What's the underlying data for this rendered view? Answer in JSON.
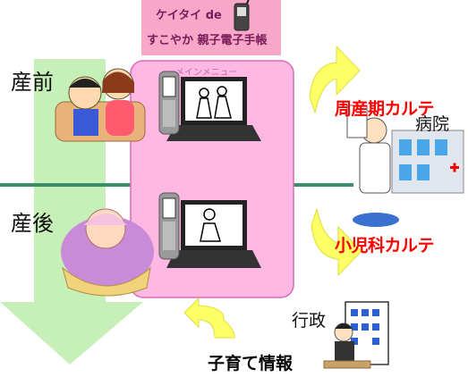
{
  "banner": {
    "line1": "ケイタイ de",
    "line2": "すこやか 親子電子手帳"
  },
  "menu_label": "メインメニュー",
  "stages": {
    "before": "産前",
    "after": "産後"
  },
  "sources": {
    "perinatal_chart": "周産期カルテ",
    "hospital": "病院",
    "pediatric_chart": "小児科カルテ",
    "government": "行政",
    "parenting_info": "子育て情報"
  },
  "colors": {
    "timeline_arrow": "#c7f0b8",
    "timeline_line": "#3a8f6a",
    "menu_panel": "#ffb8e3",
    "flow_arrow": "#ffff66",
    "banner_bg": "#f7a8c8",
    "label_red": "#ff0000"
  }
}
